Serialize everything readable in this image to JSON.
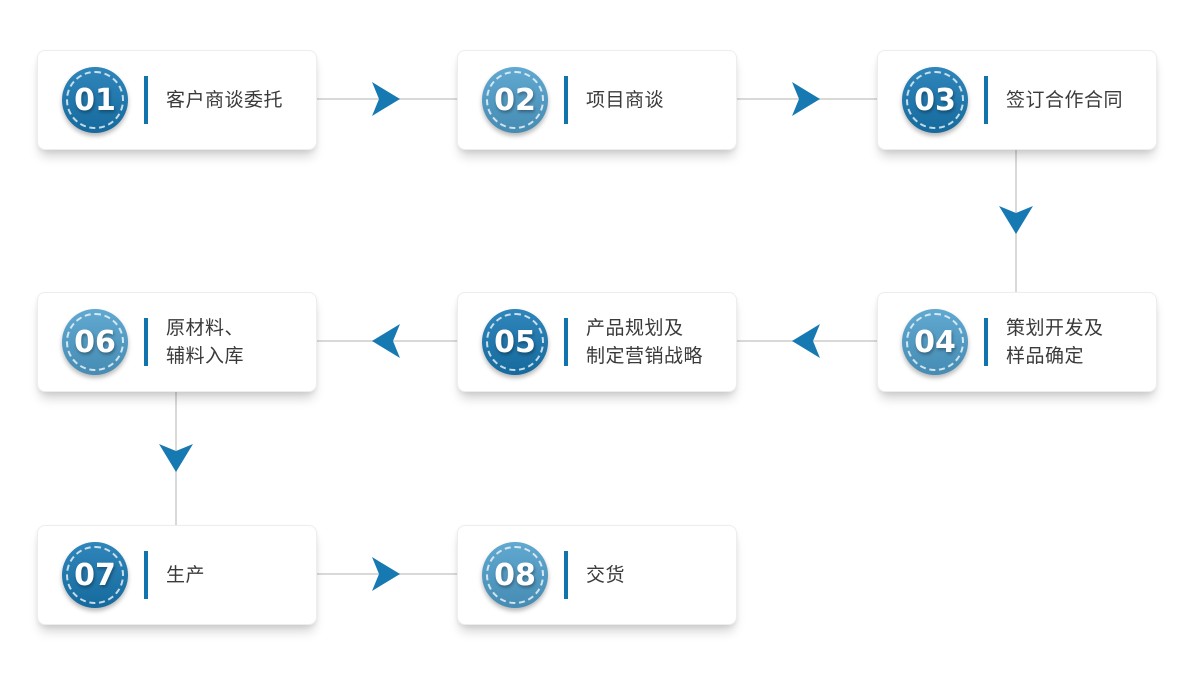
{
  "steps": [
    {
      "number": "01",
      "label": "客户商谈委托",
      "tone": "dark"
    },
    {
      "number": "02",
      "label": "项目商谈",
      "tone": "light"
    },
    {
      "number": "03",
      "label": "签订合作合同",
      "tone": "dark"
    },
    {
      "number": "04",
      "label": "策划开发及\n样品确定",
      "tone": "light"
    },
    {
      "number": "05",
      "label": "产品规划及\n制定营销战略",
      "tone": "dark"
    },
    {
      "number": "06",
      "label": "原材料、\n辅料入库",
      "tone": "light"
    },
    {
      "number": "07",
      "label": "生产",
      "tone": "dark"
    },
    {
      "number": "08",
      "label": "交货",
      "tone": "light"
    }
  ],
  "arrows": [
    {
      "from": "01",
      "to": "02",
      "direction": "right"
    },
    {
      "from": "02",
      "to": "03",
      "direction": "right"
    },
    {
      "from": "03",
      "to": "04",
      "direction": "down"
    },
    {
      "from": "04",
      "to": "05",
      "direction": "left"
    },
    {
      "from": "05",
      "to": "06",
      "direction": "left"
    },
    {
      "from": "06",
      "to": "07",
      "direction": "down"
    },
    {
      "from": "07",
      "to": "08",
      "direction": "right"
    }
  ],
  "icons": {
    "arrow_right": "right-dart-arrow",
    "arrow_left": "left-dart-arrow",
    "arrow_down": "down-dart-arrow"
  },
  "colors": {
    "circle_dark": "#1878b3",
    "circle_light": "#4f9fcc",
    "divider": "#1274ad",
    "arrow": "#1779b2",
    "connector": "#d9d9d9",
    "label_text": "#3a3a3a",
    "number_text": "#ffffff",
    "card_bg": "#ffffff"
  }
}
